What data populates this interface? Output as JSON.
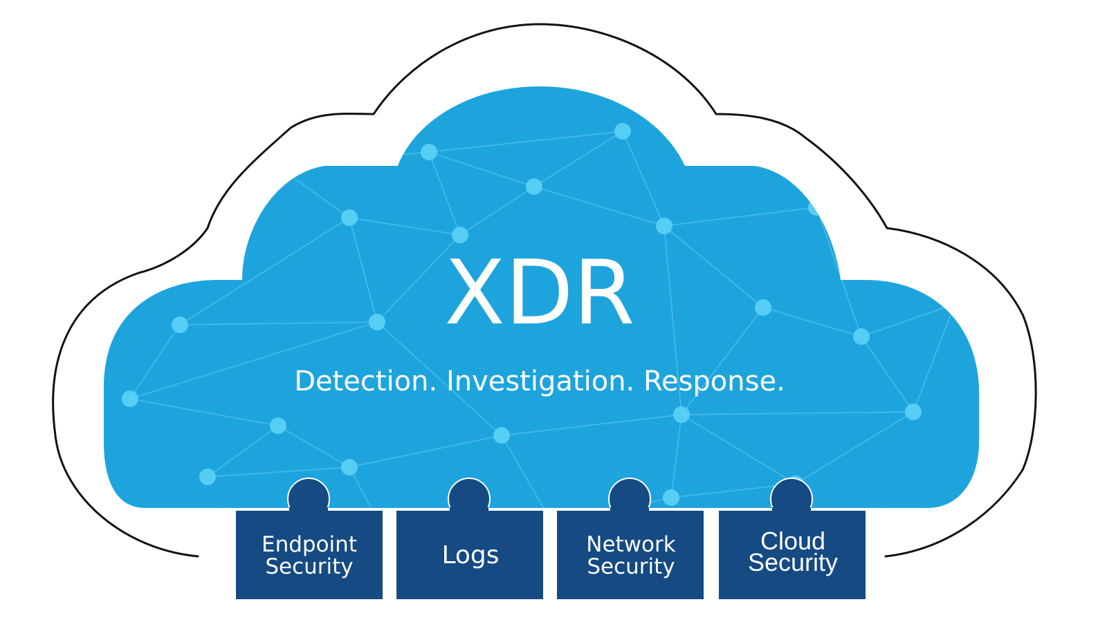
{
  "diagram": {
    "title": "XDR",
    "tagline": "Detection. Investigation. Response.",
    "modules": [
      {
        "line1": "Endpoint",
        "line2": "Security"
      },
      {
        "line1": "Logs",
        "line2": ""
      },
      {
        "line1": "Network",
        "line2": "Security"
      },
      {
        "line1": "Cloud",
        "line2": "Security"
      }
    ],
    "colors": {
      "cloud_fill": "#1ea4dd",
      "node": "#5cd1f7",
      "module_fill": "#154a82",
      "outline": "#111111",
      "text": "#ffffff"
    }
  }
}
